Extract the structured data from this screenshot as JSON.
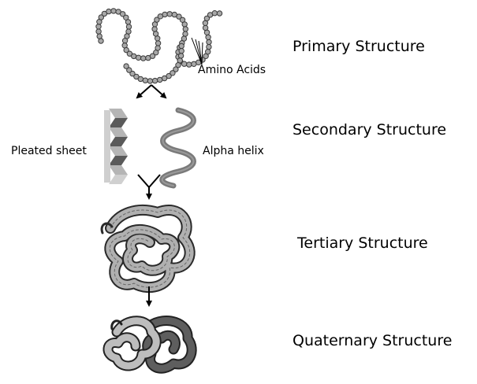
{
  "labels": {
    "primary": "Primary Structure",
    "secondary": "Secondary Structure",
    "tertiary": "Tertiary Structure",
    "quaternary": "Quaternary Structure",
    "amino_acids": "Amino Acids",
    "pleated_sheet": "Pleated sheet",
    "alpha_helix": "Alpha helix"
  },
  "colors": {
    "bead_fill": "#a8a8a8",
    "bead_stroke": "#3a3a3a",
    "sheet_light": "#b5b5b5",
    "sheet_dark": "#5a5a5a",
    "helix": "#7a7a7a",
    "tertiary_fill": "#b0b0b0",
    "quaternary_dark": "#5e5e5e",
    "quaternary_light": "#bdbdbd",
    "arrow": "#000000"
  }
}
